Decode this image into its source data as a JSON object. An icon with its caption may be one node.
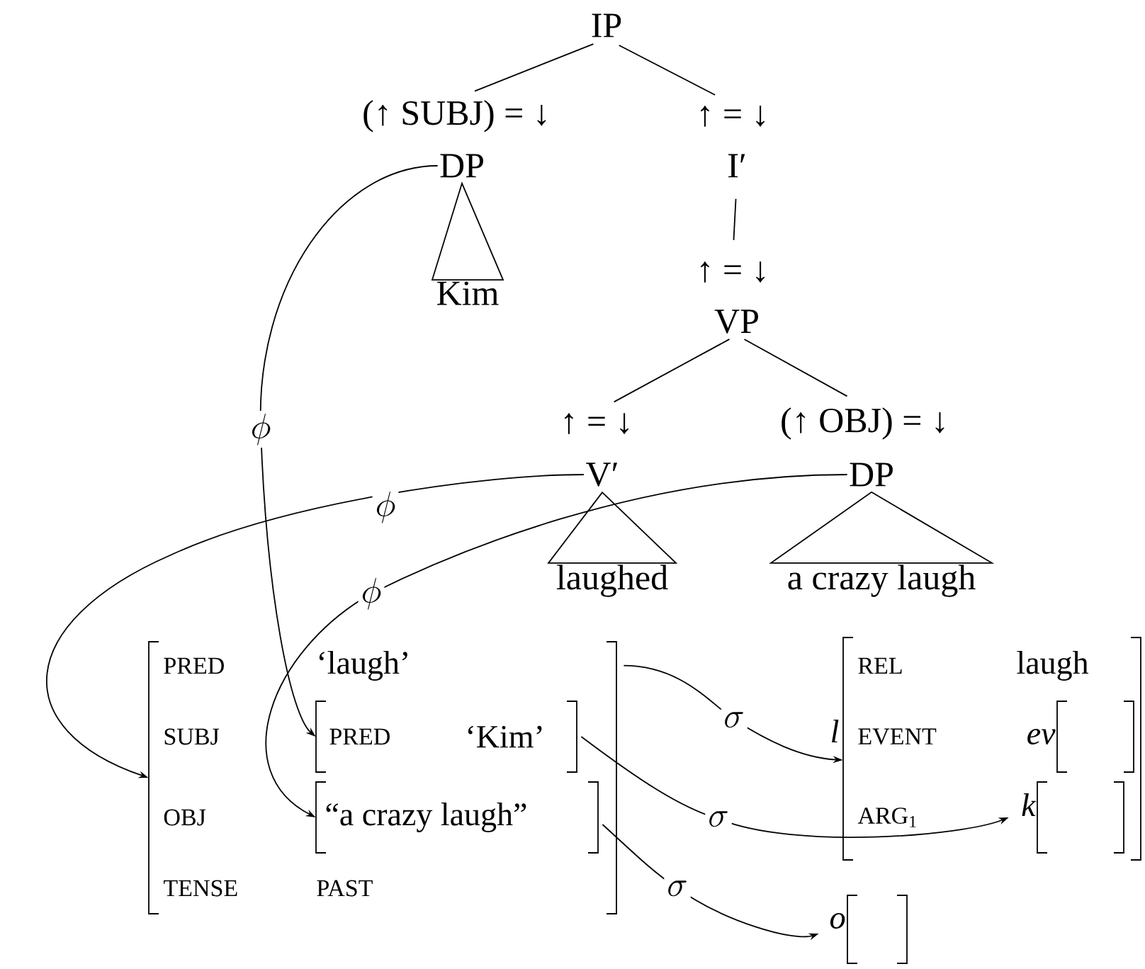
{
  "diagram": {
    "nodes": [
      {
        "text": [
          "IP"
        ]
      },
      {
        "text": [
          "(↑ SUBJ) = ↓",
          "DP"
        ]
      },
      {
        "text": [
          "↑ = ↓",
          "I′"
        ]
      },
      {
        "text": [
          "Kim"
        ]
      },
      {
        "text": [
          "↑ = ↓",
          "VP"
        ]
      },
      {
        "text": [
          "↑ = ↓",
          "V′"
        ]
      },
      {
        "text": [
          "(↑ OBJ) = ↓",
          "DP"
        ]
      },
      {
        "text": [
          "laughed"
        ]
      },
      {
        "text": [
          "a crazy laugh"
        ]
      },
      {
        "text": [
          "PRED",
          "‘laugh’",
          "SUBJ",
          "OBJ",
          "TENSE",
          "PAST"
        ]
      },
      {
        "text": [
          "PRED",
          "‘Kim’"
        ],
        "in": 9
      },
      {
        "text": [
          "“a crazy laugh”"
        ],
        "in": 9
      },
      {
        "text": [
          "REL",
          "laugh",
          "EVENT",
          "ARG$_{1}$"
        ],
        "beside": [
          "l"
        ]
      },
      {
        "text": [
          "ev"
        ],
        "in": 12
      },
      {
        "text": [
          "k"
        ],
        "in": 12
      },
      {
        "text": [
          "o"
        ]
      }
    ],
    "edges": [
      {
        "from": 0,
        "to": 1,
        "arrow": "none"
      },
      {
        "from": 0,
        "to": 2,
        "arrow": "none"
      },
      {
        "from": 1,
        "to": 3,
        "arrow": "none"
      },
      {
        "from": 2,
        "to": 4,
        "arrow": "none"
      },
      {
        "from": 4,
        "to": 5,
        "arrow": "none"
      },
      {
        "from": 4,
        "to": 6,
        "arrow": "none"
      },
      {
        "from": 5,
        "to": 7,
        "arrow": "none"
      },
      {
        "from": 6,
        "to": 8,
        "arrow": "none"
      },
      {
        "from": 1,
        "to": 10,
        "arrow": "to",
        "label": "\\phi"
      },
      {
        "from": 5,
        "to": 9,
        "arrow": "to",
        "label": "\\phi"
      },
      {
        "from": 6,
        "to": 11,
        "arrow": "to",
        "label": "\\phi"
      },
      {
        "from": 9,
        "to": 12,
        "arrow": "to",
        "label": "\\sigma"
      },
      {
        "from": 10,
        "to": 14,
        "arrow": "to",
        "label": "\\sigma"
      },
      {
        "from": 11,
        "to": 15,
        "arrow": "to",
        "label": "\\sigma"
      }
    ]
  }
}
